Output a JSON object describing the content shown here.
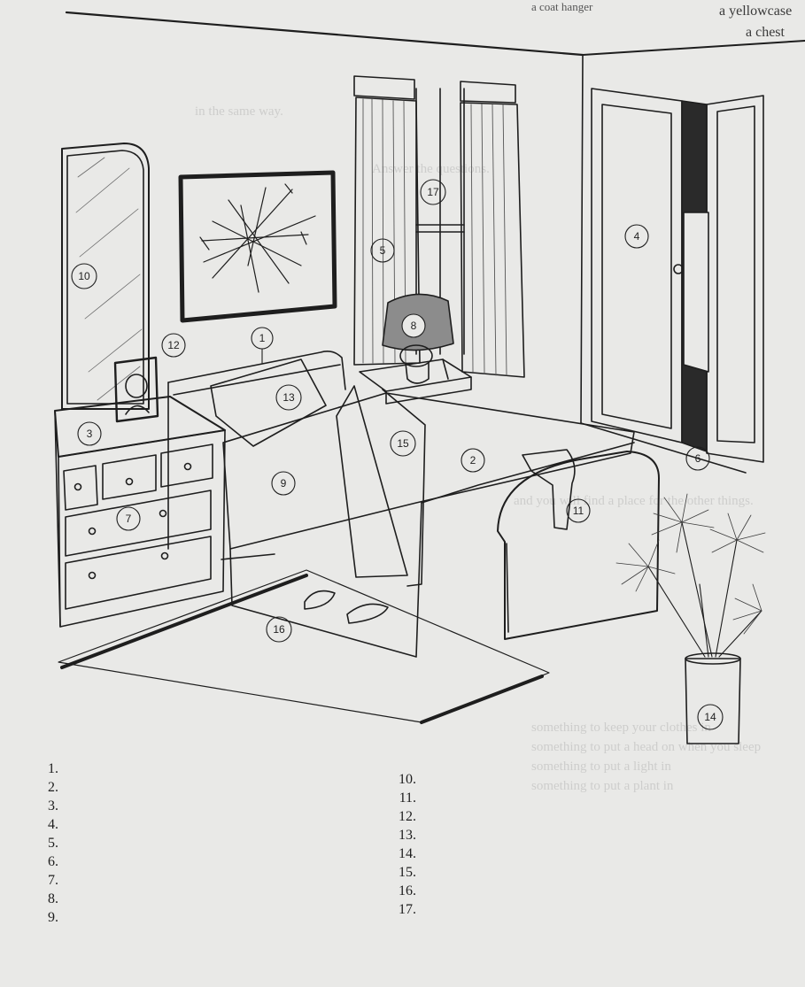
{
  "header_text": {
    "line1": "a yellowcase",
    "line2": "a chest",
    "line3": "a coat hanger"
  },
  "bleed_lines": [
    "in the same way.",
    "Answer the questions.",
    "and you will find a place for the other things.",
    "something to keep your clothes in",
    "something to put a head on when you sleep",
    "something to put a light in",
    "something to put a plant in"
  ],
  "illustration": {
    "callout_labels": [
      "1",
      "2",
      "3",
      "4",
      "5",
      "6",
      "7",
      "8",
      "9",
      "10",
      "11",
      "12",
      "13",
      "14",
      "15",
      "16",
      "17"
    ]
  },
  "answer_numbers": {
    "left": [
      "1.",
      "2.",
      "3.",
      "4.",
      "5.",
      "6.",
      "7.",
      "8.",
      "9."
    ],
    "right": [
      "10.",
      "11.",
      "12.",
      "13.",
      "14.",
      "15.",
      "16.",
      "17."
    ]
  },
  "colors": {
    "paper": "#e9e9e7",
    "ink": "#1e1e1e"
  }
}
